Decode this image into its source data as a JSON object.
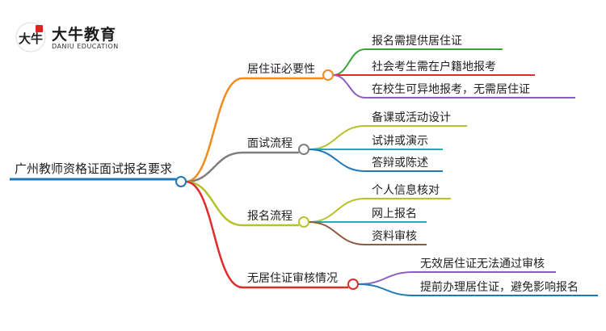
{
  "logo": {
    "name_cn": "大牛教育",
    "name_en": "DANIU EDUCATION",
    "mark_text": "大牛",
    "mark_color": "#d9261c"
  },
  "mindmap": {
    "root": {
      "label": "广州教师资格证面试报名要求",
      "color": "#1f78b4"
    },
    "branches": [
      {
        "label": "居住证必要性",
        "color": "#f08c1e",
        "children": [
          {
            "label": "报名需提供居住证",
            "color": "#3aa335"
          },
          {
            "label": "社会考生需在户籍地报考",
            "color": "#e02b2b"
          },
          {
            "label": "在校生可异地报考，无需居住证",
            "color": "#8e5fc0"
          }
        ]
      },
      {
        "label": "面试流程",
        "color": "#7f7f7f",
        "children": [
          {
            "label": "备课或活动设计",
            "color": "#b5c22a"
          },
          {
            "label": "试讲或演示",
            "color": "#2aa6b8"
          },
          {
            "label": "答辩或陈述",
            "color": "#1f78b4"
          }
        ]
      },
      {
        "label": "报名流程",
        "color": "#b5c22a",
        "children": [
          {
            "label": "个人信息核对",
            "color": "#b5c22a"
          },
          {
            "label": "网上报名",
            "color": "#2aa6b8"
          },
          {
            "label": "资料审核",
            "color": "#8c5a3c"
          }
        ]
      },
      {
        "label": "无居住证审核情况",
        "color": "#e02b2b",
        "children": [
          {
            "label": "无效居住证无法通过审核",
            "color": "#8e5fc0"
          },
          {
            "label": "提前办理居住证，避免影响报名",
            "color": "#1f78b4"
          }
        ]
      }
    ]
  }
}
